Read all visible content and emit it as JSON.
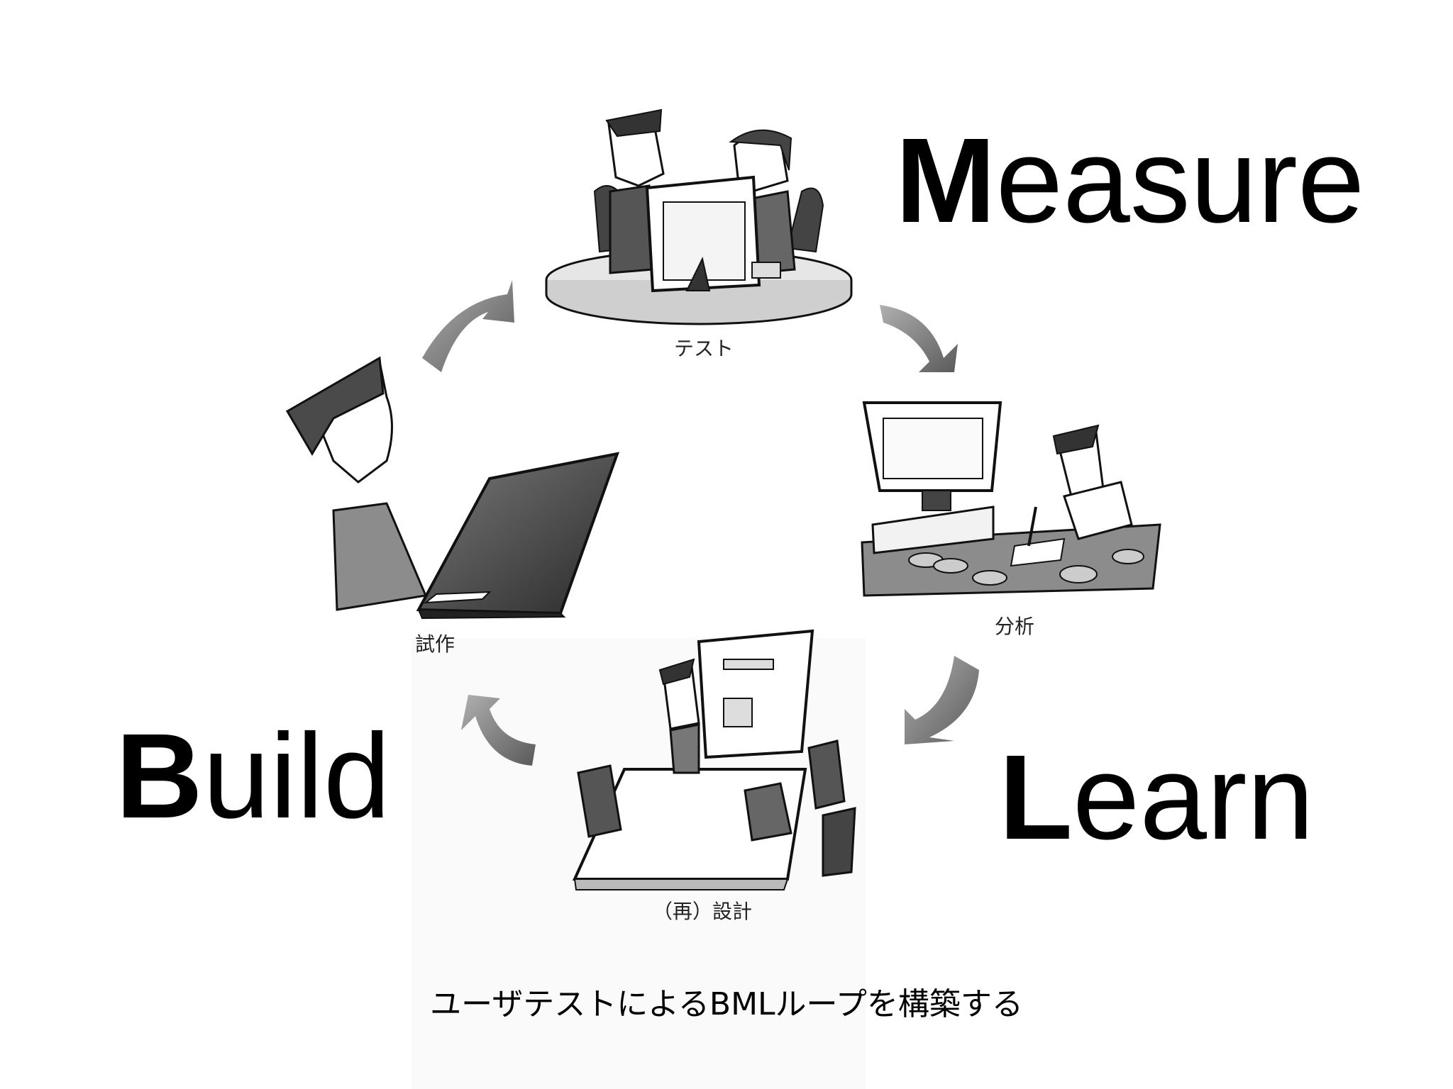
{
  "cycle": {
    "measure": {
      "initial": "M",
      "rest": "easure"
    },
    "learn": {
      "initial": "L",
      "rest": "earn"
    },
    "build": {
      "initial": "B",
      "rest": "uild"
    }
  },
  "steps": {
    "test": "テスト",
    "analysis": "分析",
    "design": "（再）設計",
    "prototype": "試作"
  },
  "caption": "ユーザテストによるBMLループを構築する",
  "colors": {
    "arrow": "#8a8a8a",
    "arrow_dark": "#5e5e5e",
    "ink": "#000000"
  }
}
